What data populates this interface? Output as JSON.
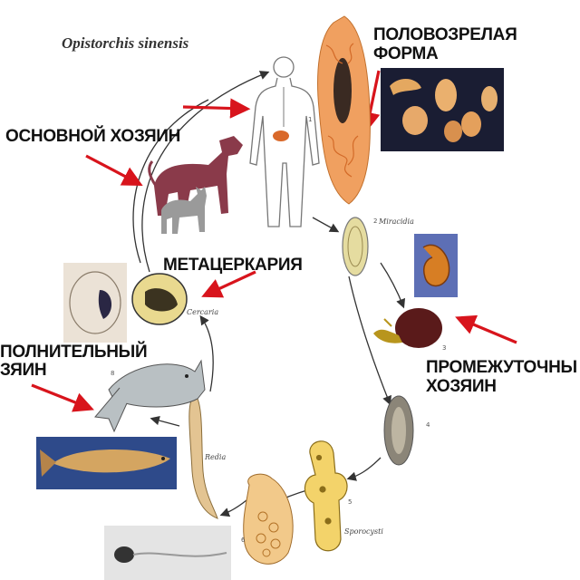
{
  "title": "Opistorchis sinensis",
  "labels": {
    "adult_form_line1": "ПОЛОВОЗРЕЛАЯ",
    "adult_form_line2": "ФОРМА",
    "definitive_host": "ОСНОВНОЙ ХОЗЯИН",
    "metacercaria": "МЕТАЦЕРКАРИЯ",
    "additional_host_line1": "ПОЛНИТЕЛЬНЫЙ",
    "additional_host_line2": "ЗЯИН",
    "intermediate_host_line1": "ПРОМЕЖУТОЧНЫ",
    "intermediate_host_line2": "ХОЗЯИН"
  },
  "stages": {
    "miracidia": "Miracidia",
    "cercaria": "Cercaria",
    "redia": "Redia",
    "sporocysts": "Sporocysti"
  },
  "stage_numbers": [
    "1",
    "2",
    "3",
    "4",
    "5",
    "6",
    "8"
  ],
  "colors": {
    "arrow_red": "#d8141c",
    "cycle_arrow": "#333333",
    "fluke_orange": "#f0a060",
    "dog": "#8a3a4a",
    "cat": "#9a9a9a"
  }
}
